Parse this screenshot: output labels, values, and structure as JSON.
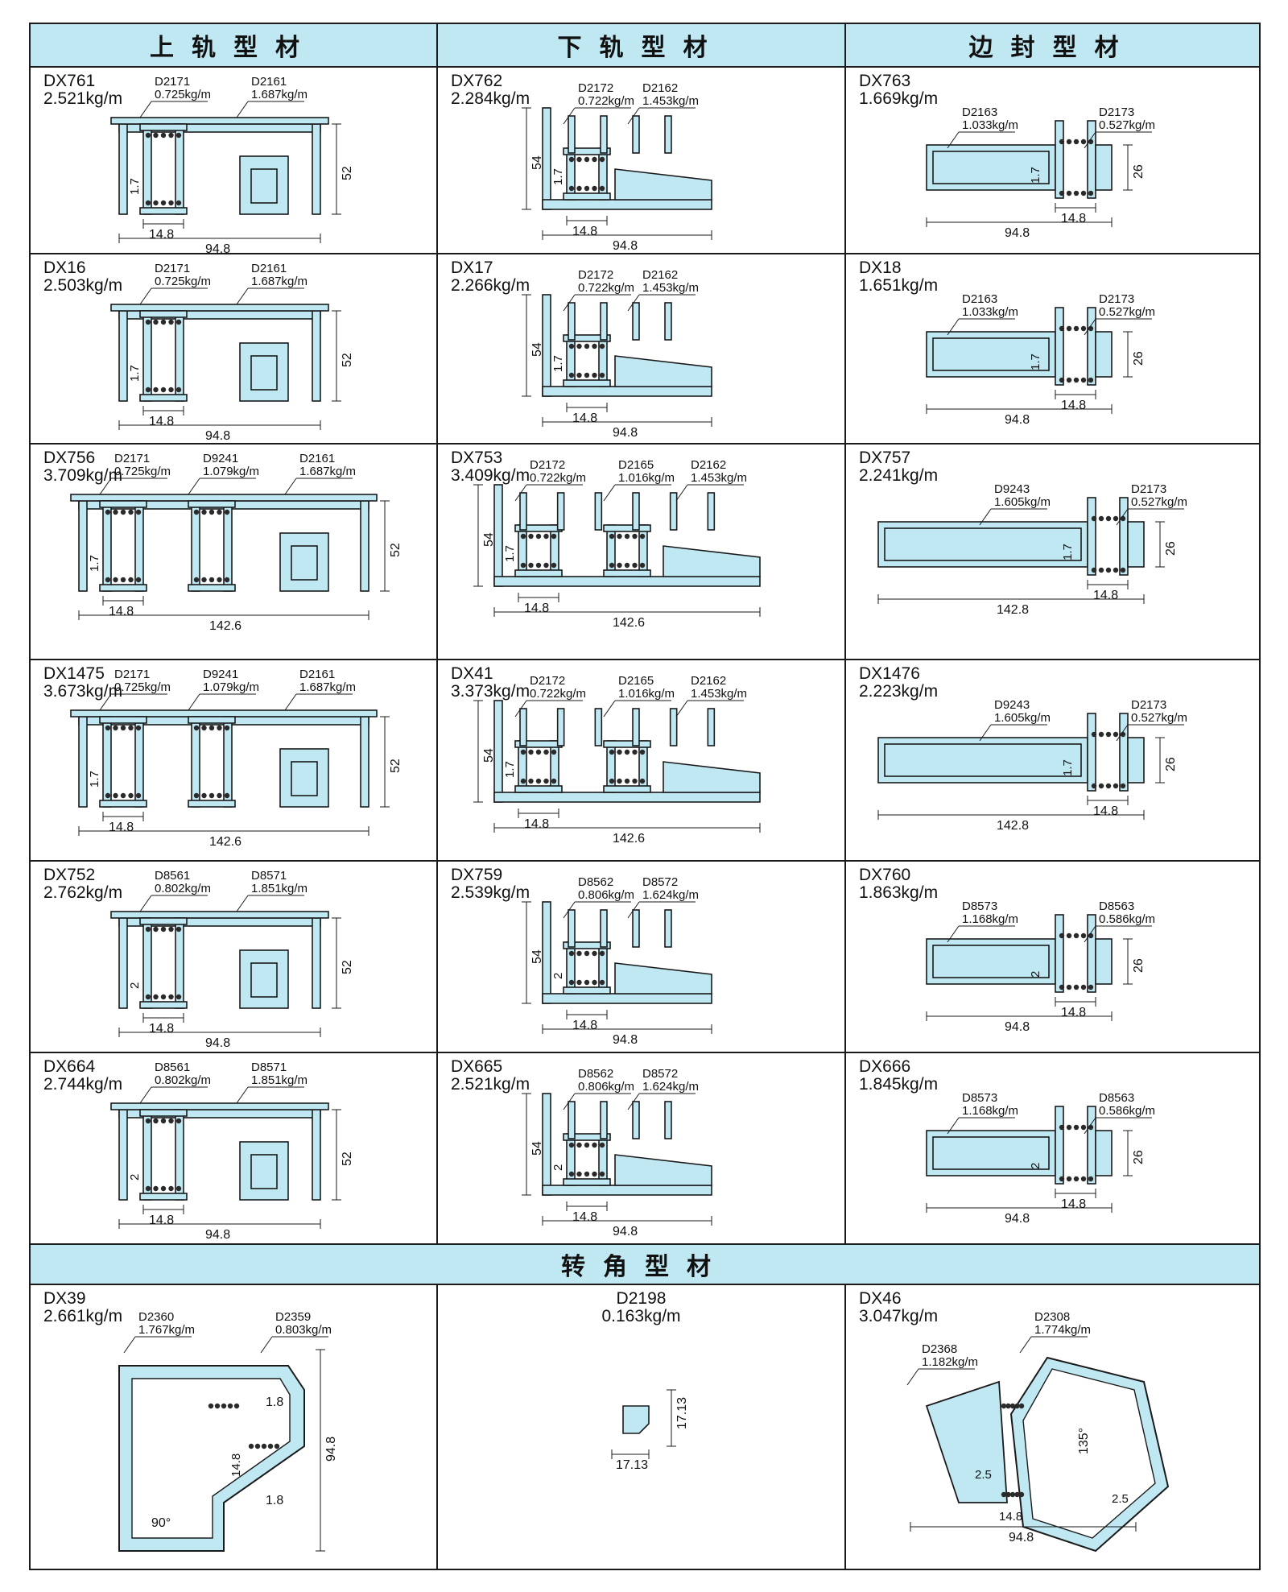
{
  "colors": {
    "header_bg": "#bfe8f3",
    "profile_fill": "#bfe8f3",
    "profile_stroke": "#1a1a1a",
    "gasket": "#2a2a2a"
  },
  "headers": {
    "top_rail": "上轨型材",
    "bottom_rail": "下轨型材",
    "side_seal": "边封型材",
    "corner": "转角型材"
  },
  "rows": [
    [
      {
        "model": "DX761",
        "weight": "2.521kg/m",
        "kind": "top",
        "parts": [
          {
            "code": "D2171",
            "kg": "0.725kg/m"
          },
          {
            "code": "D2161",
            "kg": "1.687kg/m"
          }
        ],
        "dims": {
          "width": "94.8",
          "height": "52",
          "wall": "1.7",
          "gap": "14.8"
        }
      },
      {
        "model": "DX762",
        "weight": "2.284kg/m",
        "kind": "bottom",
        "parts": [
          {
            "code": "D2172",
            "kg": "0.722kg/m"
          },
          {
            "code": "D2162",
            "kg": "1.453kg/m"
          }
        ],
        "dims": {
          "width": "94.8",
          "height": "54",
          "wall": "1.7",
          "gap": "14.8"
        }
      },
      {
        "model": "DX763",
        "weight": "1.669kg/m",
        "kind": "side",
        "parts": [
          {
            "code": "D2163",
            "kg": "1.033kg/m"
          },
          {
            "code": "D2173",
            "kg": "0.527kg/m"
          }
        ],
        "dims": {
          "width": "94.8",
          "height": "26",
          "wall": "1.7",
          "gap": "14.8"
        }
      }
    ],
    [
      {
        "model": "DX16",
        "weight": "2.503kg/m",
        "kind": "top",
        "parts": [
          {
            "code": "D2171",
            "kg": "0.725kg/m"
          },
          {
            "code": "D2161",
            "kg": "1.687kg/m"
          }
        ],
        "dims": {
          "width": "94.8",
          "height": "52",
          "wall": "1.7",
          "gap": "14.8"
        }
      },
      {
        "model": "DX17",
        "weight": "2.266kg/m",
        "kind": "bottom",
        "parts": [
          {
            "code": "D2172",
            "kg": "0.722kg/m"
          },
          {
            "code": "D2162",
            "kg": "1.453kg/m"
          }
        ],
        "dims": {
          "width": "94.8",
          "height": "54",
          "wall": "1.7",
          "gap": "14.8"
        }
      },
      {
        "model": "DX18",
        "weight": "1.651kg/m",
        "kind": "side",
        "parts": [
          {
            "code": "D2163",
            "kg": "1.033kg/m"
          },
          {
            "code": "D2173",
            "kg": "0.527kg/m"
          }
        ],
        "dims": {
          "width": "94.8",
          "height": "26",
          "wall": "1.7",
          "gap": "14.8"
        }
      }
    ],
    [
      {
        "model": "DX756",
        "weight": "3.709kg/m",
        "kind": "top3",
        "parts": [
          {
            "code": "D2171",
            "kg": "0.725kg/m"
          },
          {
            "code": "D9241",
            "kg": "1.079kg/m"
          },
          {
            "code": "D2161",
            "kg": "1.687kg/m"
          }
        ],
        "dims": {
          "width": "142.6",
          "height": "52",
          "wall": "1.7",
          "gap": "14.8"
        }
      },
      {
        "model": "DX753",
        "weight": "3.409kg/m",
        "kind": "bottom3",
        "parts": [
          {
            "code": "D2172",
            "kg": "0.722kg/m"
          },
          {
            "code": "D2165",
            "kg": "1.016kg/m"
          },
          {
            "code": "D2162",
            "kg": "1.453kg/m"
          }
        ],
        "dims": {
          "width": "142.6",
          "height": "54",
          "wall": "1.7",
          "gap": "14.8"
        }
      },
      {
        "model": "DX757",
        "weight": "2.241kg/m",
        "kind": "side3",
        "parts": [
          {
            "code": "D9243",
            "kg": "1.605kg/m"
          },
          {
            "code": "D2173",
            "kg": "0.527kg/m"
          }
        ],
        "dims": {
          "width": "142.8",
          "height": "26",
          "wall": "1.7",
          "gap": "14.8"
        }
      }
    ],
    [
      {
        "model": "DX1475",
        "weight": "3.673kg/m",
        "kind": "top3",
        "parts": [
          {
            "code": "D2171",
            "kg": "0.725kg/m"
          },
          {
            "code": "D9241",
            "kg": "1.079kg/m"
          },
          {
            "code": "D2161",
            "kg": "1.687kg/m"
          }
        ],
        "dims": {
          "width": "142.6",
          "height": "52",
          "wall": "1.7",
          "gap": "14.8"
        }
      },
      {
        "model": "DX41",
        "weight": "3.373kg/m",
        "kind": "bottom3",
        "parts": [
          {
            "code": "D2172",
            "kg": "0.722kg/m"
          },
          {
            "code": "D2165",
            "kg": "1.016kg/m"
          },
          {
            "code": "D2162",
            "kg": "1.453kg/m"
          }
        ],
        "dims": {
          "width": "142.6",
          "height": "54",
          "wall": "1.7",
          "gap": "14.8"
        }
      },
      {
        "model": "DX1476",
        "weight": "2.223kg/m",
        "kind": "side3",
        "parts": [
          {
            "code": "D9243",
            "kg": "1.605kg/m"
          },
          {
            "code": "D2173",
            "kg": "0.527kg/m"
          }
        ],
        "dims": {
          "width": "142.8",
          "height": "26",
          "wall": "1.7",
          "gap": "14.8"
        }
      }
    ],
    [
      {
        "model": "DX752",
        "weight": "2.762kg/m",
        "kind": "top",
        "parts": [
          {
            "code": "D8561",
            "kg": "0.802kg/m"
          },
          {
            "code": "D8571",
            "kg": "1.851kg/m"
          }
        ],
        "dims": {
          "width": "94.8",
          "height": "52",
          "wall": "2",
          "gap": "14.8"
        }
      },
      {
        "model": "DX759",
        "weight": "2.539kg/m",
        "kind": "bottom",
        "parts": [
          {
            "code": "D8562",
            "kg": "0.806kg/m"
          },
          {
            "code": "D8572",
            "kg": "1.624kg/m"
          }
        ],
        "dims": {
          "width": "94.8",
          "height": "54",
          "wall": "2",
          "gap": "14.8"
        }
      },
      {
        "model": "DX760",
        "weight": "1.863kg/m",
        "kind": "side",
        "parts": [
          {
            "code": "D8573",
            "kg": "1.168kg/m"
          },
          {
            "code": "D8563",
            "kg": "0.586kg/m"
          }
        ],
        "dims": {
          "width": "94.8",
          "height": "26",
          "wall": "2",
          "gap": "14.8"
        }
      }
    ],
    [
      {
        "model": "DX664",
        "weight": "2.744kg/m",
        "kind": "top",
        "parts": [
          {
            "code": "D8561",
            "kg": "0.802kg/m"
          },
          {
            "code": "D8571",
            "kg": "1.851kg/m"
          }
        ],
        "dims": {
          "width": "94.8",
          "height": "52",
          "wall": "2",
          "gap": "14.8"
        }
      },
      {
        "model": "DX665",
        "weight": "2.521kg/m",
        "kind": "bottom",
        "parts": [
          {
            "code": "D8562",
            "kg": "0.806kg/m"
          },
          {
            "code": "D8572",
            "kg": "1.624kg/m"
          }
        ],
        "dims": {
          "width": "94.8",
          "height": "54",
          "wall": "2",
          "gap": "14.8"
        }
      },
      {
        "model": "DX666",
        "weight": "1.845kg/m",
        "kind": "side",
        "parts": [
          {
            "code": "D8573",
            "kg": "1.168kg/m"
          },
          {
            "code": "D8563",
            "kg": "0.586kg/m"
          }
        ],
        "dims": {
          "width": "94.8",
          "height": "26",
          "wall": "2",
          "gap": "14.8"
        }
      }
    ]
  ],
  "corner_row": [
    {
      "model": "DX39",
      "weight": "2.661kg/m",
      "kind": "corner90",
      "parts": [
        {
          "code": "D2360",
          "kg": "1.767kg/m"
        },
        {
          "code": "D2359",
          "kg": "0.803kg/m"
        }
      ],
      "dims": {
        "width": "94.8",
        "wall": "1.8",
        "gap": "14.8",
        "angle": "90°"
      }
    },
    {
      "model": "D2198",
      "weight": "0.163kg/m",
      "kind": "small",
      "parts": [],
      "dims": {
        "width": "17.13",
        "height": "17.13"
      }
    },
    {
      "model": "DX46",
      "weight": "3.047kg/m",
      "kind": "corner135",
      "parts": [
        {
          "code": "D2368",
          "kg": "1.182kg/m"
        },
        {
          "code": "D2308",
          "kg": "1.774kg/m"
        }
      ],
      "dims": {
        "width": "94.8",
        "wall": "2.5",
        "gap": "14.8",
        "angle": "135°"
      }
    }
  ]
}
